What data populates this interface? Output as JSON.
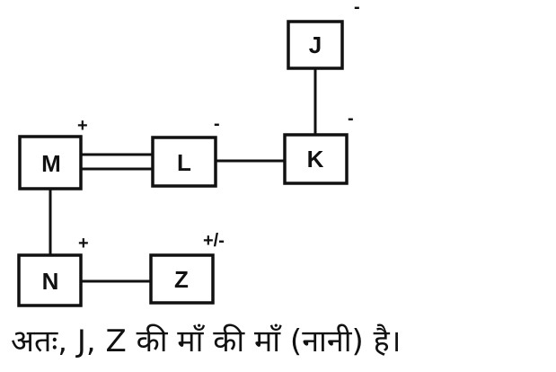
{
  "nodes": {
    "J": {
      "label": "J",
      "sign": "-"
    },
    "K": {
      "label": "K",
      "sign": "-"
    },
    "L": {
      "label": "L",
      "sign": "-"
    },
    "M": {
      "label": "M",
      "sign": "+"
    },
    "N": {
      "label": "N",
      "sign": "+"
    },
    "Z": {
      "label": "Z",
      "sign": "+/-"
    }
  },
  "edges": [
    {
      "from": "J",
      "to": "K",
      "type": "parent-child"
    },
    {
      "from": "L",
      "to": "K",
      "type": "sibling"
    },
    {
      "from": "M",
      "to": "L",
      "type": "married"
    },
    {
      "from": "M",
      "to": "N",
      "type": "parent-child"
    },
    {
      "from": "N",
      "to": "Z",
      "type": "sibling"
    }
  ],
  "caption": "अतः, J, Z की माँ की माँ (नानी) है।"
}
